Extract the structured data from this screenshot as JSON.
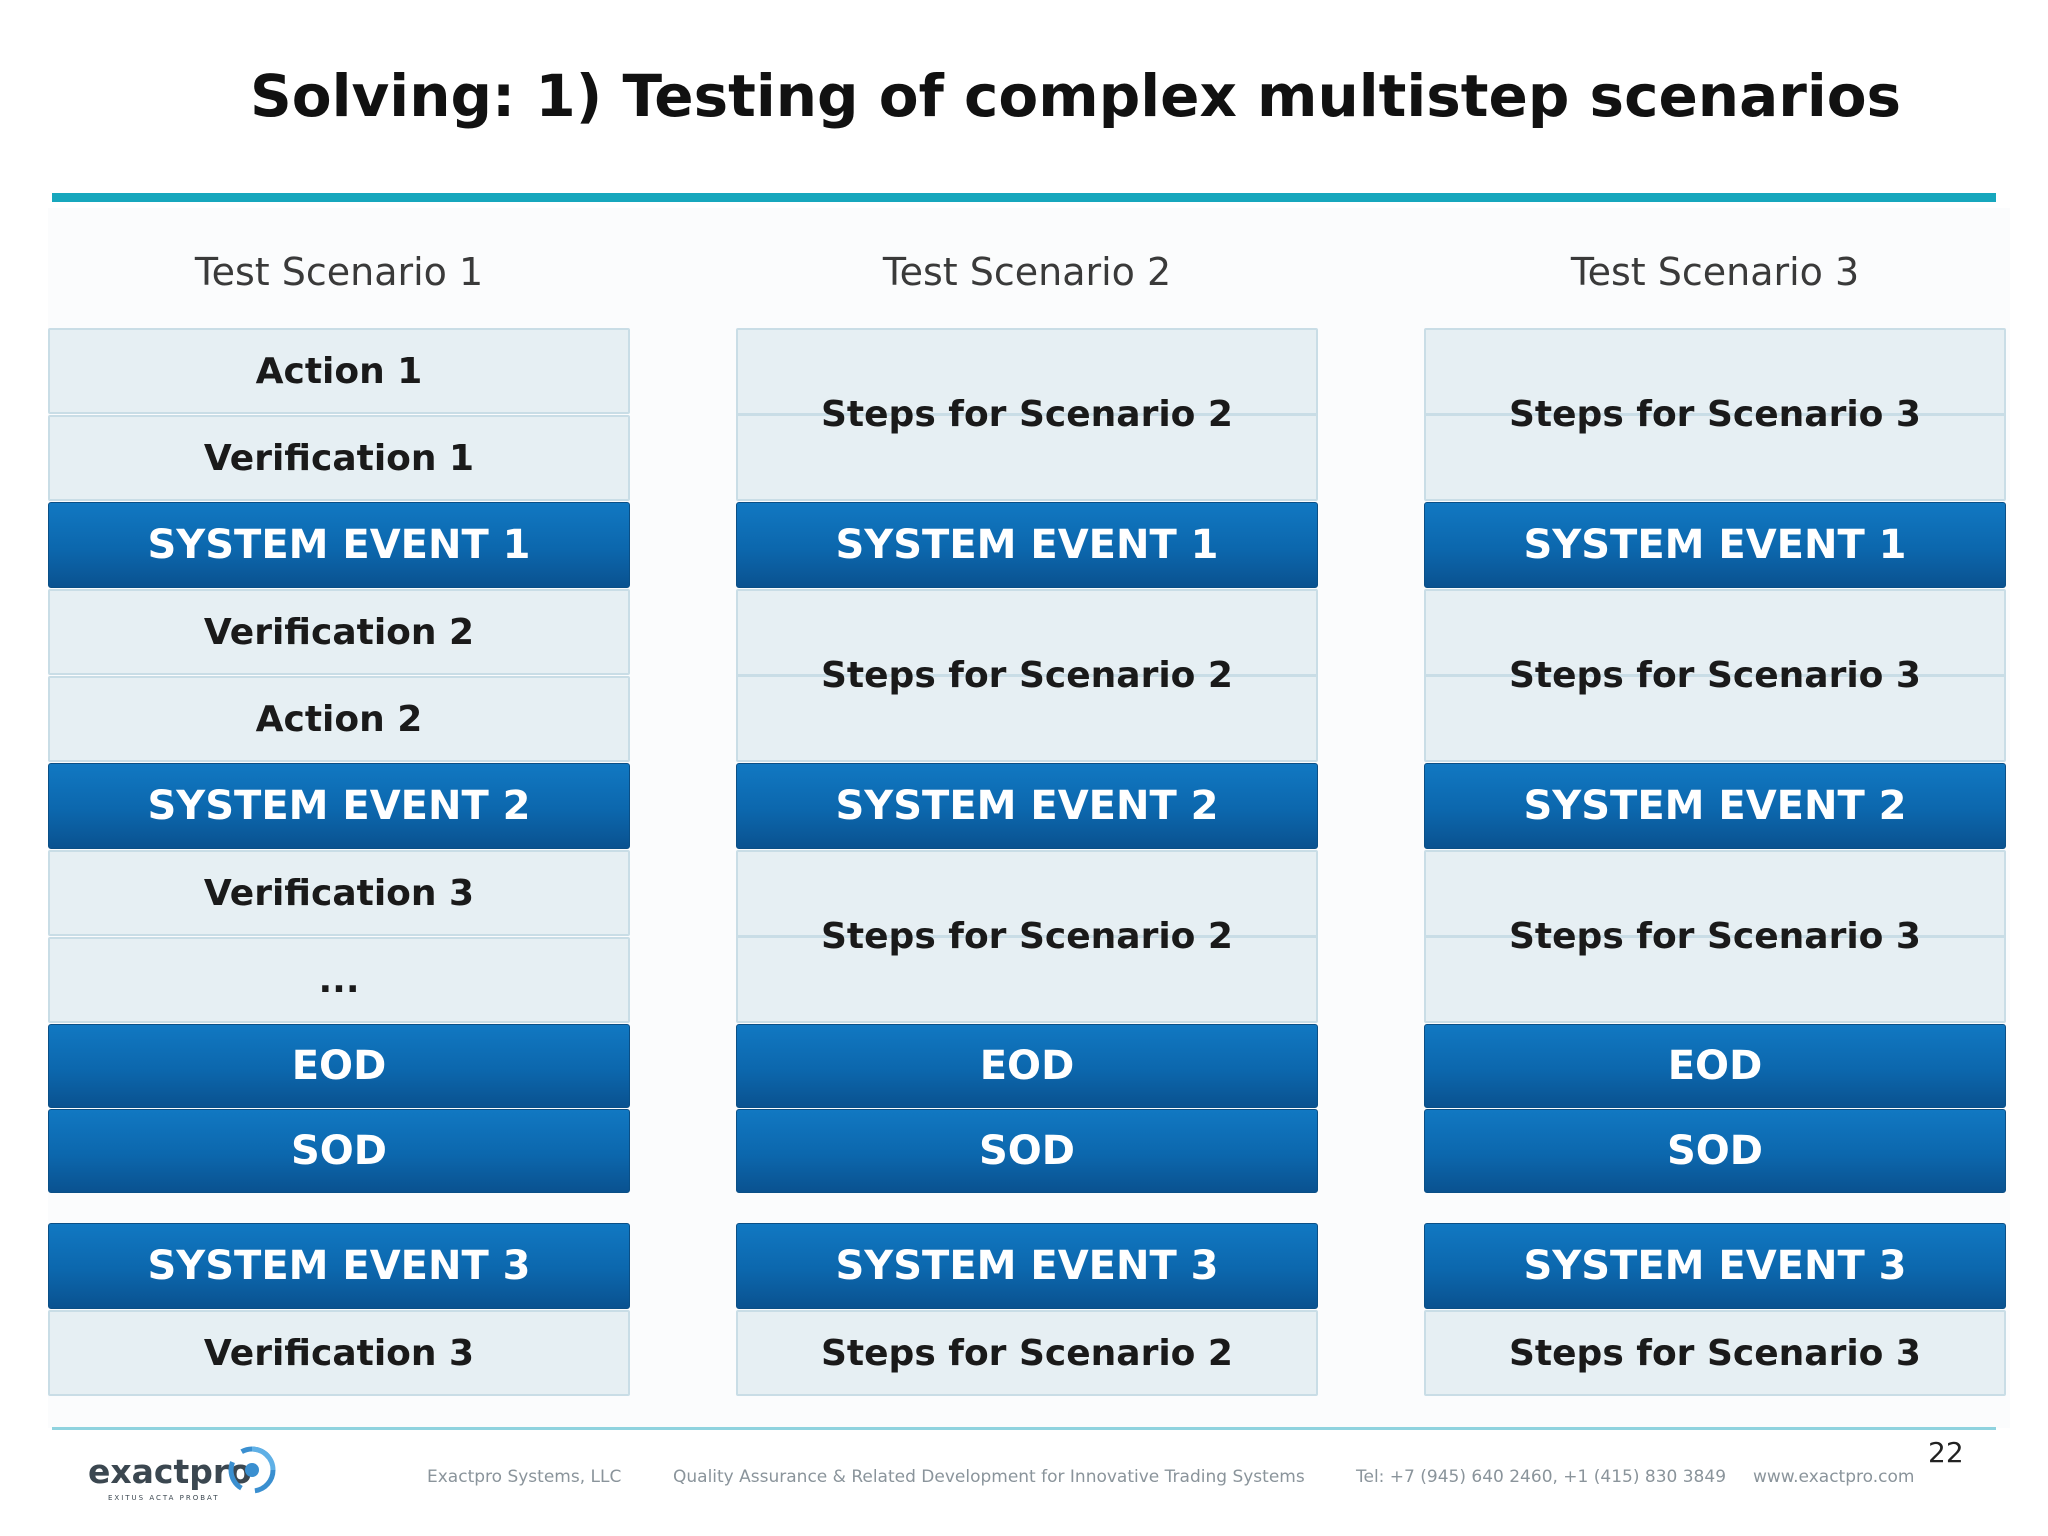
{
  "title": "Solving: 1) Testing of complex multistep scenarios",
  "columns": [
    {
      "heading": "Test Scenario 1",
      "cells": [
        "Action 1",
        "Verification 1",
        "SYSTEM EVENT 1",
        "Verification 2",
        "Action 2",
        "SYSTEM EVENT 2",
        "Verification 3",
        "...",
        "EOD",
        "SOD",
        "SYSTEM EVENT 3",
        "Verification 3"
      ]
    },
    {
      "heading": "Test Scenario 2",
      "cells": [
        "Steps for Scenario 2",
        "SYSTEM EVENT 1",
        "Steps for Scenario 2",
        "SYSTEM EVENT 2",
        "Steps for Scenario 2",
        "EOD",
        "SOD",
        "SYSTEM EVENT 3",
        "Steps for Scenario 2"
      ]
    },
    {
      "heading": "Test Scenario 3",
      "cells": [
        "Steps for Scenario 3",
        "SYSTEM EVENT 1",
        "Steps for Scenario 3",
        "SYSTEM EVENT 2",
        "Steps for Scenario 3",
        "EOD",
        "SOD",
        "SYSTEM EVENT 3",
        "Steps for Scenario 3"
      ]
    }
  ],
  "footer": {
    "logo_text": "exactpro",
    "logo_tagline": "EXITUS ACTA PROBAT",
    "company": "Exactpro Systems, LLC",
    "tagline": "Quality Assurance & Related Development for Innovative Trading Systems",
    "phone": "Tel: +7 (945) 640 2460, +1 (415) 830 3849",
    "website": "www.exactpro.com",
    "page_number": "22"
  },
  "colors": {
    "accent_rule": "#17a7bd",
    "event_blue": "#0c67ad",
    "step_bg": "#e6eff3"
  }
}
